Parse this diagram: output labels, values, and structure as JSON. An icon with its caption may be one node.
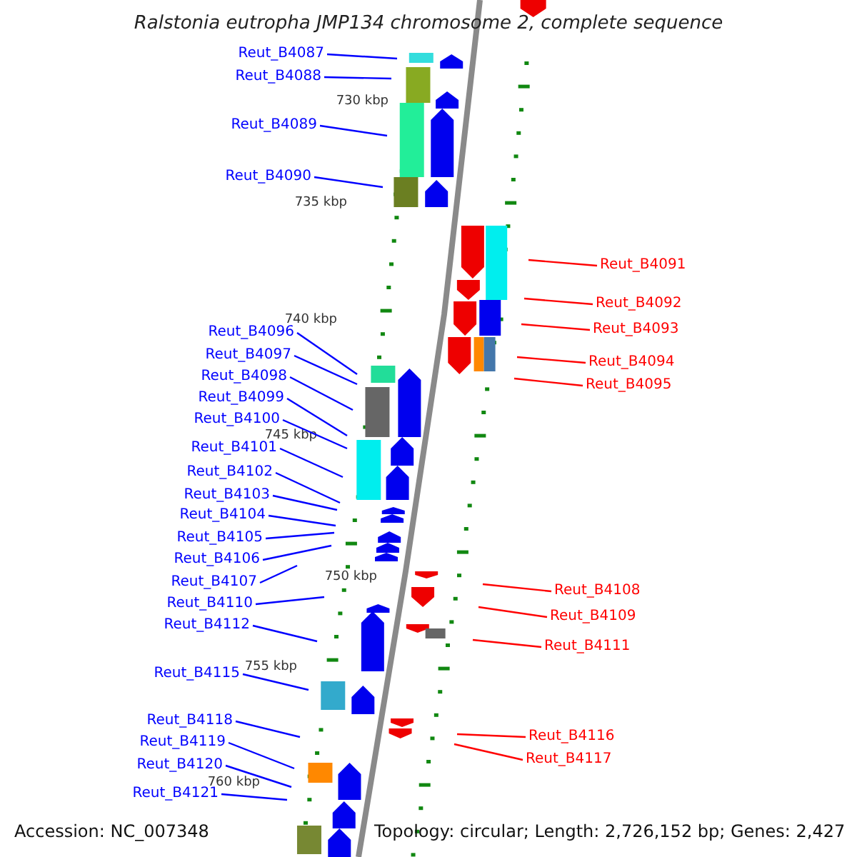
{
  "diagram": {
    "title": "Ralstonia eutropha JMP134 chromosome 2, complete sequence",
    "nodes": [
      {
        "text": [
          "Reut_B4087"
        ]
      },
      {
        "text": [
          "Reut_B4088"
        ]
      },
      {
        "text": [
          "Reut_B4089"
        ]
      },
      {
        "text": [
          "Reut_B4090"
        ]
      },
      {
        "text": [
          "Reut_B4091"
        ]
      },
      {
        "text": [
          "Reut_B4092"
        ]
      },
      {
        "text": [
          "Reut_B4093"
        ]
      },
      {
        "text": [
          "Reut_B4096"
        ]
      },
      {
        "text": [
          "Reut_B4097"
        ]
      },
      {
        "text": [
          "Reut_B4094"
        ]
      },
      {
        "text": [
          "Reut_B4098"
        ]
      },
      {
        "text": [
          "Reut_B4095"
        ]
      },
      {
        "text": [
          "Reut_B4099"
        ]
      },
      {
        "text": [
          "Reut_B4100"
        ]
      },
      {
        "text": [
          "Reut_B4101"
        ]
      },
      {
        "text": [
          "Reut_B4102"
        ]
      },
      {
        "text": [
          "Reut_B4103"
        ]
      },
      {
        "text": [
          "Reut_B4104"
        ]
      },
      {
        "text": [
          "Reut_B4105"
        ]
      },
      {
        "text": [
          "Reut_B4106"
        ]
      },
      {
        "text": [
          "Reut_B4107"
        ]
      },
      {
        "text": [
          "Reut_B4108"
        ]
      },
      {
        "text": [
          "Reut_B4110"
        ]
      },
      {
        "text": [
          "Reut_B4109"
        ]
      },
      {
        "text": [
          "Reut_B4112"
        ]
      },
      {
        "text": [
          "Reut_B4111"
        ]
      },
      {
        "text": [
          "Reut_B4115"
        ]
      },
      {
        "text": [
          "Reut_B4118"
        ]
      },
      {
        "text": [
          "Reut_B4116"
        ]
      },
      {
        "text": [
          "Reut_B4119"
        ]
      },
      {
        "text": [
          "Reut_B4117"
        ]
      },
      {
        "text": [
          "Reut_B4120"
        ]
      },
      {
        "text": [
          "Reut_B4121"
        ]
      }
    ],
    "edges": [
      {
        "from": 0,
        "to": null,
        "arrow": "none"
      },
      {
        "from": 1,
        "to": null,
        "arrow": "none"
      },
      {
        "from": 2,
        "to": null,
        "arrow": "none"
      },
      {
        "from": 3,
        "to": null,
        "arrow": "none"
      },
      {
        "from": 4,
        "to": null,
        "arrow": "none",
        "color": "#ff0000"
      },
      {
        "from": 5,
        "to": null,
        "arrow": "none",
        "color": "#ff0000"
      },
      {
        "from": 6,
        "to": null,
        "arrow": "none",
        "color": "#ff0000"
      },
      {
        "from": 7,
        "to": null,
        "arrow": "none"
      },
      {
        "from": 8,
        "to": null,
        "arrow": "none"
      },
      {
        "from": 9,
        "to": null,
        "arrow": "none",
        "color": "#ff0000"
      },
      {
        "from": 10,
        "to": null,
        "arrow": "none"
      },
      {
        "from": 11,
        "to": null,
        "arrow": "none",
        "color": "#ff0000"
      },
      {
        "from": 12,
        "to": null,
        "arrow": "none"
      },
      {
        "from": 13,
        "to": null,
        "arrow": "none"
      },
      {
        "from": 14,
        "to": null,
        "arrow": "none"
      },
      {
        "from": 15,
        "to": null,
        "arrow": "none"
      },
      {
        "from": 16,
        "to": null,
        "arrow": "none"
      },
      {
        "from": 17,
        "to": null,
        "arrow": "none"
      },
      {
        "from": 18,
        "to": null,
        "arrow": "none"
      },
      {
        "from": 19,
        "to": null,
        "arrow": "none"
      },
      {
        "from": 20,
        "to": null,
        "arrow": "none"
      },
      {
        "from": 21,
        "to": null,
        "arrow": "none",
        "color": "#ff0000"
      },
      {
        "from": 22,
        "to": null,
        "arrow": "none"
      },
      {
        "from": 23,
        "to": null,
        "arrow": "none",
        "color": "#ff0000"
      },
      {
        "from": 24,
        "to": null,
        "arrow": "none"
      },
      {
        "from": 25,
        "to": null,
        "arrow": "none",
        "color": "#ff0000"
      },
      {
        "from": 26,
        "to": null,
        "arrow": "none"
      },
      {
        "from": 27,
        "to": null,
        "arrow": "none"
      },
      {
        "from": 28,
        "to": null,
        "arrow": "none",
        "color": "#ff0000"
      },
      {
        "from": 29,
        "to": null,
        "arrow": "none"
      },
      {
        "from": 30,
        "to": null,
        "arrow": "none",
        "color": "#ff0000"
      },
      {
        "from": 31,
        "to": null,
        "arrow": "none"
      },
      {
        "from": 32,
        "to": null,
        "arrow": "none"
      }
    ],
    "labels": [
      "730 kbp",
      "735 kbp",
      "740 kbp",
      "745 kbp",
      "750 kbp",
      "755 kbp",
      "760 kbp",
      "Accession: NC_007348",
      "Topology: circular; Length: 2,726,152 bp; Genes: 2,427"
    ]
  }
}
